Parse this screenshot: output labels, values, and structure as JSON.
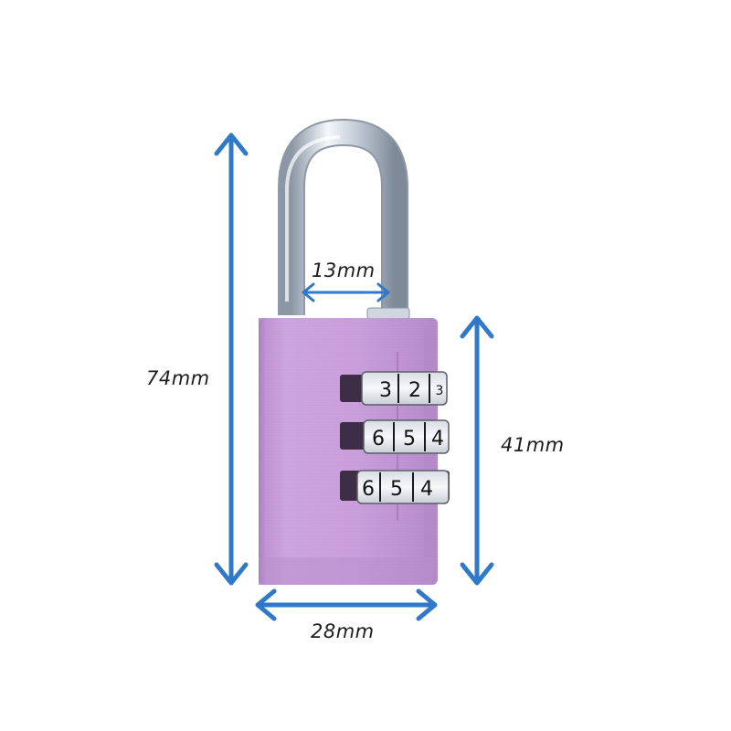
{
  "dimensions": {
    "total_height": "74mm",
    "body_height": "41mm",
    "body_width": "28mm",
    "shackle_width": "13mm"
  },
  "dials": {
    "row1": [
      "3",
      "2",
      "3"
    ],
    "row2": [
      "6",
      "5",
      "4"
    ],
    "row3": [
      "6",
      "5",
      "4"
    ]
  },
  "colors": {
    "lock_body": "#c59ad6",
    "shackle": "#d6dde6",
    "arrow": "#2f79c8"
  }
}
